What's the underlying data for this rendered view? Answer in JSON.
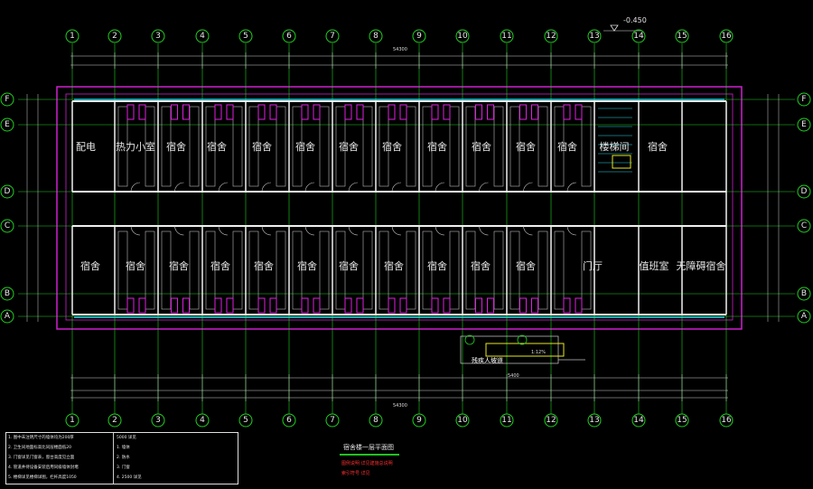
{
  "drawing": {
    "elevation_mark": "-0.450",
    "title": "宿舍楼一层平面图",
    "overall_dimension": "54300",
    "ramp_label": "残疾人坡道",
    "ramp_slope": "1:12%",
    "ramp_dim": "5400",
    "axes_columns": [
      "1",
      "2",
      "3",
      "4",
      "5",
      "6",
      "7",
      "8",
      "9",
      "10",
      "11",
      "12",
      "13",
      "14",
      "15",
      "16"
    ],
    "axes_rows": [
      "F",
      "E",
      "D",
      "C",
      "B",
      "A"
    ],
    "rooms_top": [
      {
        "label": "配电"
      },
      {
        "label": "热力小室"
      },
      {
        "label": "宿舍"
      },
      {
        "label": "宿舍"
      },
      {
        "label": "宿舍"
      },
      {
        "label": "宿舍"
      },
      {
        "label": "宿舍"
      },
      {
        "label": "宿舍"
      },
      {
        "label": "宿舍"
      },
      {
        "label": "宿舍"
      },
      {
        "label": "宿舍"
      },
      {
        "label": "宿舍"
      },
      {
        "label": "楼梯间"
      },
      {
        "label": "宿舍"
      }
    ],
    "rooms_bottom": [
      {
        "label": "宿舍"
      },
      {
        "label": "宿舍"
      },
      {
        "label": "宿舍"
      },
      {
        "label": "宿舍"
      },
      {
        "label": "宿舍"
      },
      {
        "label": "宿舍"
      },
      {
        "label": "宿舍"
      },
      {
        "label": "宿舍"
      },
      {
        "label": "宿舍"
      },
      {
        "label": "宿舍"
      },
      {
        "label": "宿舍"
      },
      {
        "label": "门厅"
      },
      {
        "label": "值班室"
      },
      {
        "label": "无障碍宿舍"
      }
    ],
    "notes": [
      "1. 图中未注明尺寸的墙体均为200厚",
      "2. 卫生间地面标高比同层楼面低20",
      "3. 门窗详见门窗表，窗台高度见立面",
      "4. 管道井待设备安装后用同级墙体封堵",
      "5. 楼梯详见楼梯详图，栏杆高度1050"
    ],
    "notes_right": [
      "5000 详见",
      "1. 墙体",
      "2. 防水",
      "3. 门窗",
      "4. 2500 详见"
    ],
    "legend_red": [
      "图例说明 详见建施总说明",
      "索引符号 详见"
    ]
  }
}
